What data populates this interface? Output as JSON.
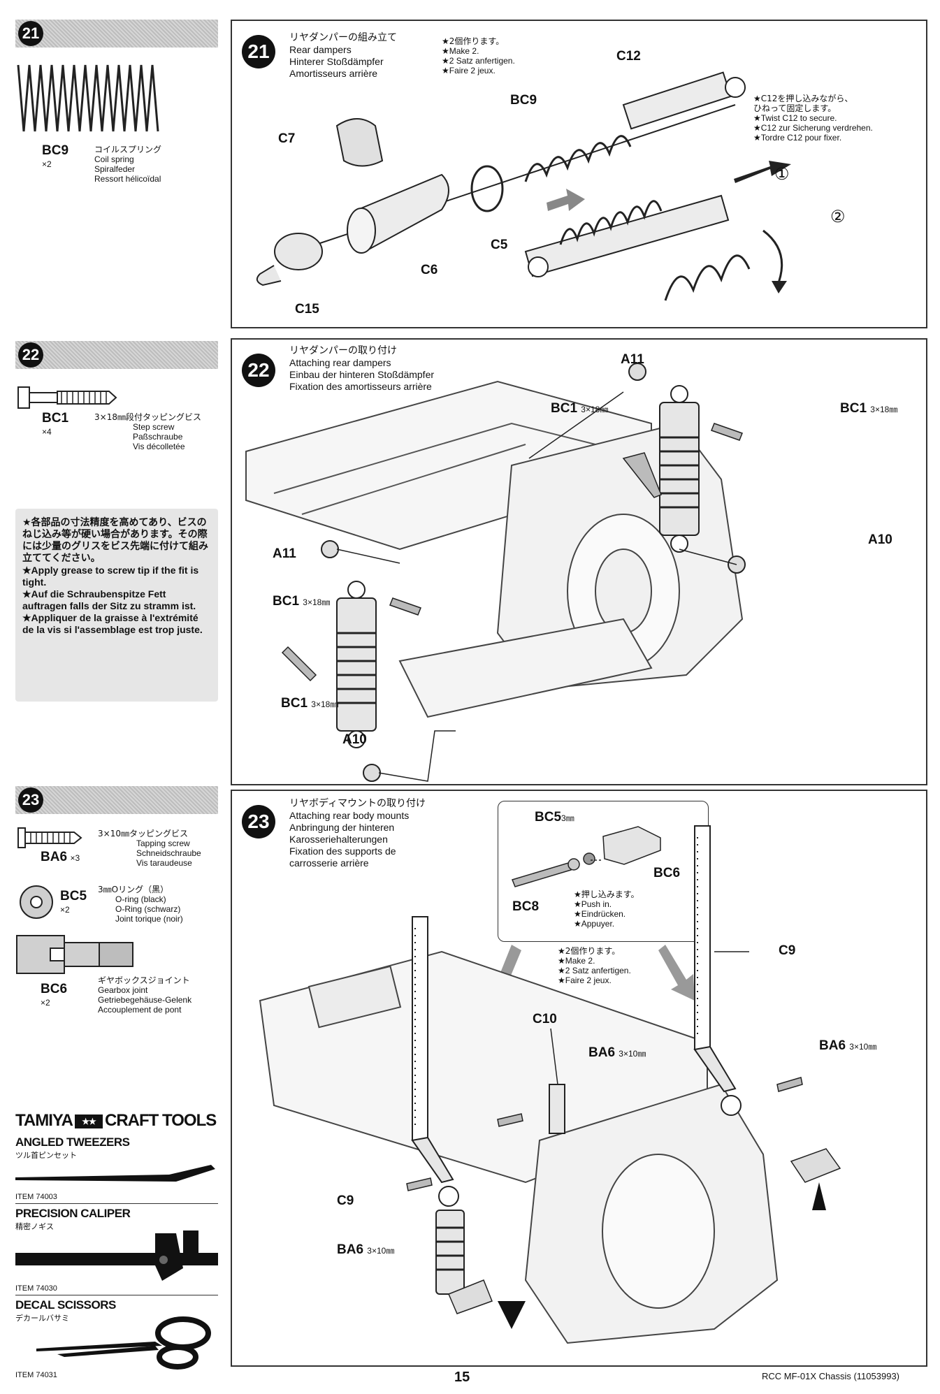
{
  "page_number": "15",
  "footer_title": "RCC MF-01X Chassis (11053993)",
  "step21": {
    "num": "21",
    "part_code": "BC9",
    "part_qty": "×2",
    "part_names": [
      "コイルスプリング",
      "Coil spring",
      "Spiralfeder",
      "Ressort hélicoïdal"
    ],
    "title": [
      "リヤダンパーの組み立て",
      "Rear dampers",
      "Hinterer Stoßdämpfer",
      "Amortisseurs arrière"
    ],
    "make_note": [
      "★2個作ります。",
      "★Make 2.",
      "★2 Satz anfertigen.",
      "★Faire 2 jeux."
    ],
    "twist_note": [
      "★C12を押し込みながら、",
      "ひねって固定します。",
      "★Twist C12 to secure.",
      "★C12 zur Sicherung verdrehen.",
      "★Tordre C12 pour fixer."
    ],
    "labels": {
      "c12": "C12",
      "bc9": "BC9",
      "c7": "C7",
      "c5": "C5",
      "c6": "C6",
      "c15": "C15",
      "n1": "①",
      "n2": "②"
    }
  },
  "step22": {
    "num": "22",
    "part_code": "BC1",
    "part_qty": "×4",
    "part_names": [
      "3×18㎜段付タッピングビス",
      "Step screw",
      "Paßschraube",
      "Vis décolletée"
    ],
    "title": [
      "リヤダンパーの取り付け",
      "Attaching rear dampers",
      "Einbau der hinteren Stoßdämpfer",
      "Fixation des amortisseurs arrière"
    ],
    "labels": {
      "a11_top": "A11",
      "bc1_a": "BC1",
      "bc1_a_size": "3×18㎜",
      "bc1_b": "BC1",
      "bc1_b_size": "3×18㎜",
      "a10_right": "A10",
      "a11_left": "A11",
      "bc1_c": "BC1",
      "bc1_c_size": "3×18㎜",
      "bc1_d": "BC1",
      "bc1_d_size": "3×18㎜",
      "a10_bottom": "A10"
    }
  },
  "grease_note": [
    "★各部品の寸法精度を高めてあり、ビスのねじ込み等が硬い場合があります。その際には少量のグリスをビス先端に付けて組み立ててください。",
    "★Apply grease to screw tip if the fit is tight.",
    "★Auf die Schraubenspitze Fett auftragen falls der Sitz zu stramm ist.",
    "★Appliquer de la graisse à l'extrémité de la vis si l'assemblage est trop juste."
  ],
  "step23": {
    "num": "23",
    "parts": [
      {
        "code": "BA6",
        "qty": "×3",
        "names": [
          "3×10㎜タッピングビス",
          "Tapping screw",
          "Schneidschraube",
          "Vis taraudeuse"
        ]
      },
      {
        "code": "BC5",
        "qty": "×2",
        "names": [
          "3㎜Oリング（黒）",
          "O-ring (black)",
          "O-Ring (schwarz)",
          "Joint torique (noir)"
        ]
      },
      {
        "code": "BC6",
        "qty": "×2",
        "names": [
          "ギヤボックスジョイント",
          "Gearbox joint",
          "Getriebegehäuse-Gelenk",
          "Accouplement de pont"
        ]
      }
    ],
    "title": [
      "リヤボディマウントの取り付け",
      "Attaching rear body mounts",
      "Anbringung der hinteren",
      "Karosseriehalterungen",
      "Fixation des supports de",
      "carrosserie arrière"
    ],
    "inset_labels": {
      "bc5": "BC5",
      "bc5_size": "3㎜",
      "bc6": "BC6",
      "bc8": "BC8"
    },
    "push_note": [
      "★押し込みます。",
      "★Push in.",
      "★Eindrücken.",
      "★Appuyer."
    ],
    "make_note": [
      "★2個作ります。",
      "★Make 2.",
      "★2 Satz anfertigen.",
      "★Faire 2 jeux."
    ],
    "labels": {
      "c9_right": "C9",
      "c10": "C10",
      "ba6_a": "BA6",
      "ba6_a_size": "3×10㎜",
      "ba6_b": "BA6",
      "ba6_b_size": "3×10㎜",
      "c9_left": "C9",
      "ba6_c": "BA6",
      "ba6_c_size": "3×10㎜"
    }
  },
  "tools": {
    "brand": "TAMIYA",
    "brand_suffix": "CRAFT TOOLS",
    "items": [
      {
        "name": "ANGLED TWEEZERS",
        "jp": "ツル首ピンセット",
        "item": "ITEM 74003"
      },
      {
        "name": "PRECISION CALIPER",
        "jp": "精密ノギス",
        "item": "ITEM 74030"
      },
      {
        "name": "DECAL SCISSORS",
        "jp": "デカールバサミ",
        "item": "ITEM 74031"
      }
    ]
  }
}
